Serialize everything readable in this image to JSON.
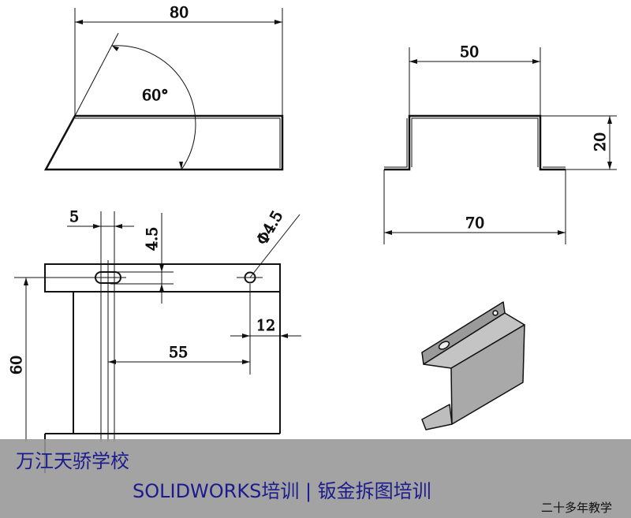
{
  "drawing": {
    "top_left_view": {
      "width_dim": "80",
      "angle_dim": "60°"
    },
    "top_right_view": {
      "top_width_dim": "50",
      "height_dim": "20",
      "overall_width_dim": "70"
    },
    "bottom_left_view": {
      "slot_width_dim": "5",
      "slot_height_dim": "4.5",
      "hole_dim": "Φ4.5",
      "edge_offset_dim": "12",
      "hole_spacing_dim": "55",
      "height_dim": "60"
    },
    "iso_view_color": "#a9a9a9"
  },
  "banner": {
    "school": "万江天骄学校",
    "course": "SOLIDWORKS培训  |  钣金拆图培训",
    "tagline": "二十多年教学",
    "text_color": "#1b1b8e"
  }
}
